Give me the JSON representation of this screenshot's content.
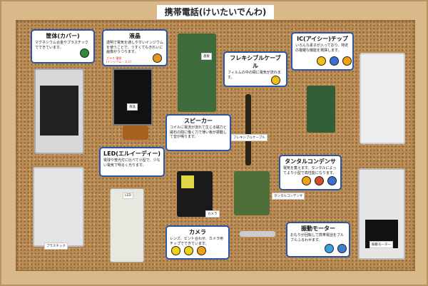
{
  "title": "携帯電話(けいたいでんわ)",
  "cards": {
    "casing": {
      "title": "筐体(カバー)",
      "text": "マグネシウム合金やプラスチックでできています。"
    },
    "lcd": {
      "title": "液晶",
      "text": "透明で電気を通しやすいインジウムを使うことで、うすくてもきれいに画像がうつります。",
      "legend": [
        "ガラス",
        "電極",
        "(インジウム・スズ)"
      ]
    },
    "flex": {
      "title": "フレキシブルケーブル",
      "text": "フィルムの中の銅に電気が流れます。"
    },
    "ic": {
      "title": "IC(アイシー)チップ",
      "text": "いろんな素子が入っており、特定の複雑な機能を発揮します。"
    },
    "speaker": {
      "title": "スピーカー",
      "text": "コイルに電流が流れて生じる磁力と磁石の間に働く力で薄い板が振動して音が鳴ります。"
    },
    "led": {
      "title": "LED(エルイーディー)",
      "text": "電球や蛍光灯に比べて小型で、少ない電気で明るく光ります。"
    },
    "tantalum": {
      "title": "タンタルコンデンサ",
      "text": "電気を蓄えます。タンタルによってより小型で高性能になります。"
    },
    "camera": {
      "title": "カメラ",
      "text": "レンズ、ピント合わせ、カメラ用チップでできています。"
    },
    "motor": {
      "title": "振動モーター",
      "text": "おもりが回転して携帯電話をブルブルふるわせます。"
    }
  },
  "tags": {
    "plastic": "プラスチック",
    "lcd": "液晶",
    "board": "基板",
    "tantalum": "タンタルコンデンサ",
    "flex": "フレキシブルケーブル",
    "camera": "カメラ",
    "motor": "振動モーター",
    "led": "LED"
  }
}
